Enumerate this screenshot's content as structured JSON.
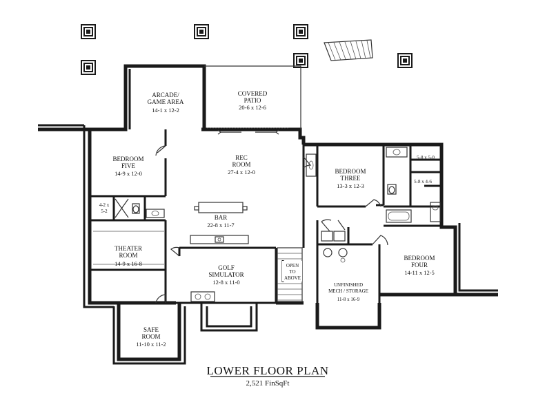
{
  "plan_title": "LOWER FLOOR PLAN",
  "plan_subtitle": "2,521 FinSqFt",
  "rooms": {
    "arcade": {
      "name_line1": "ARCADE/",
      "name_line2": "GAME AREA",
      "size": "14-1 x 12-2"
    },
    "patio": {
      "name_line1": "COVERED",
      "name_line2": "PATIO",
      "size": "20-6 x 12-6"
    },
    "bedroom_five": {
      "name_line1": "BEDROOM",
      "name_line2": "FIVE",
      "size": "14-9 x 12-0"
    },
    "rec_room": {
      "name_line1": "REC",
      "name_line2": "ROOM",
      "size": "27-4 x 12-0"
    },
    "bedroom_three": {
      "name_line1": "BEDROOM",
      "name_line2": "THREE",
      "size": "13-3 x 12-3"
    },
    "closet_a": {
      "size": "5-8 x 5-0"
    },
    "closet_b": {
      "size": "5-8 x 4-6"
    },
    "bath_closet": {
      "line1": "4-2 x",
      "line2": "5-2"
    },
    "bar": {
      "name": "BAR",
      "size": "22-8 x 11-7"
    },
    "theater": {
      "name_line1": "THEATER",
      "name_line2": "ROOM",
      "size": "14-9 x 16-8"
    },
    "golf": {
      "name_line1": "GOLF",
      "name_line2": "SIMULATOR",
      "size": "12-8 x 11-0"
    },
    "open_to_above": {
      "line1": "OPEN",
      "line2": "TO",
      "line3": "ABOVE"
    },
    "mech": {
      "name_line1": "UNFINISHED",
      "name_line2": "MECH / STORAGE",
      "size": "11-8 x 16-9"
    },
    "bedroom_four": {
      "name_line1": "BEDROOM",
      "name_line2": "FOUR",
      "size": "14-11 x 12-5"
    },
    "safe_room": {
      "name_line1": "SAFE",
      "name_line2": "ROOM",
      "size": "11-10 x 11-2"
    }
  },
  "colors": {
    "ink": "#1a1a1a",
    "paper": "#ffffff"
  }
}
